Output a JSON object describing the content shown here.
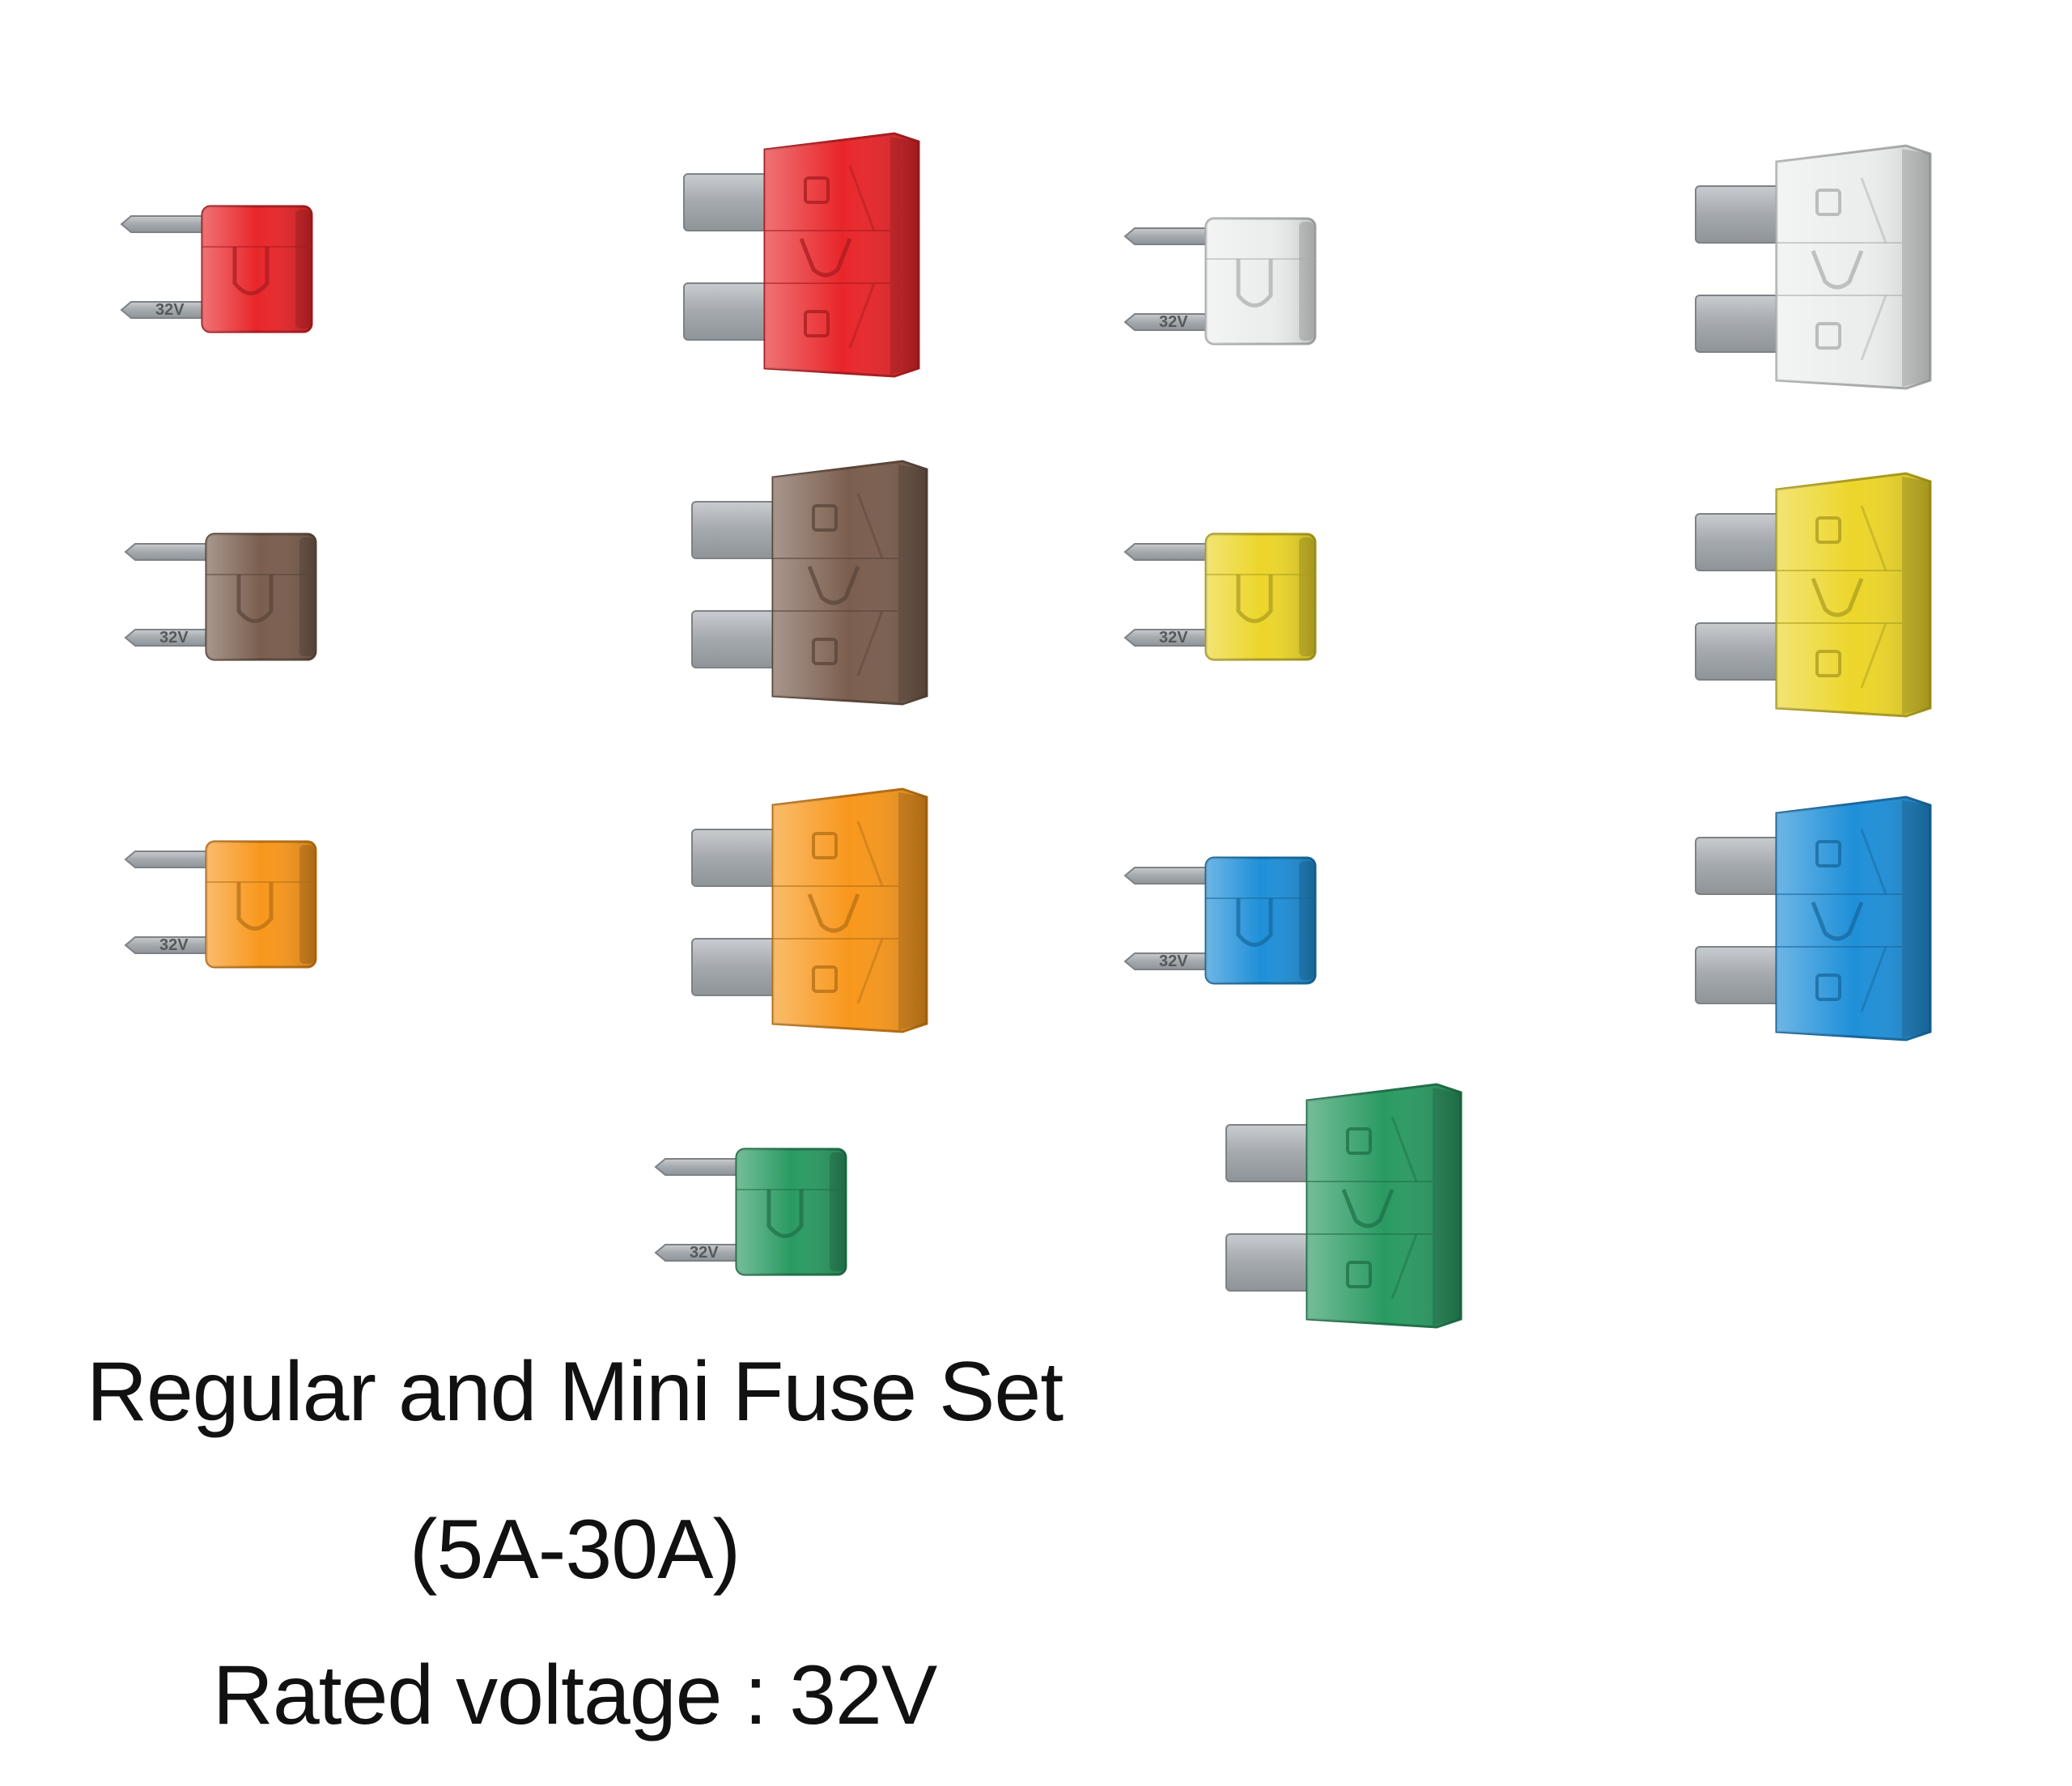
{
  "caption": {
    "title": "Regular and Mini Fuse Set",
    "range": "(5A-30A)",
    "rating": "Rated voltage : 32V"
  },
  "blade_label": "32V",
  "fuse_colors": {
    "red": "#e8262a",
    "clear": "#eceeee",
    "brown": "#7a5e4e",
    "yellow": "#ecd62a",
    "orange": "#f8971c",
    "blue": "#1f8fd8",
    "green": "#2a9a62"
  },
  "fuses": [
    {
      "kind": "mini",
      "color": "red",
      "label": "32V"
    },
    {
      "kind": "regular",
      "color": "red"
    },
    {
      "kind": "mini",
      "color": "clear",
      "label": "32V"
    },
    {
      "kind": "regular",
      "color": "clear"
    },
    {
      "kind": "mini",
      "color": "brown",
      "label": "32V"
    },
    {
      "kind": "regular",
      "color": "brown"
    },
    {
      "kind": "mini",
      "color": "yellow",
      "label": "32V"
    },
    {
      "kind": "regular",
      "color": "yellow"
    },
    {
      "kind": "mini",
      "color": "orange",
      "label": "32V"
    },
    {
      "kind": "regular",
      "color": "orange"
    },
    {
      "kind": "mini",
      "color": "blue",
      "label": "32V"
    },
    {
      "kind": "regular",
      "color": "blue"
    },
    {
      "kind": "mini",
      "color": "green",
      "label": "32V"
    },
    {
      "kind": "regular",
      "color": "green"
    }
  ]
}
